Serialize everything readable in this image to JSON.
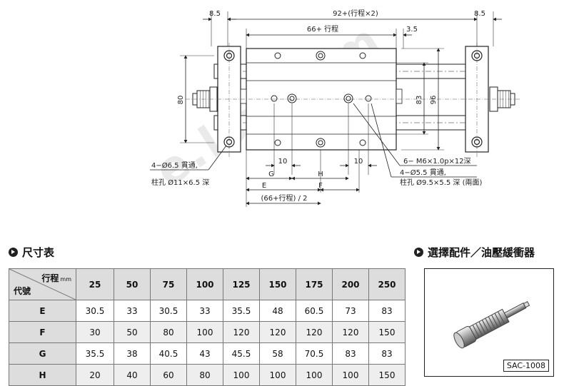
{
  "drawing": {
    "dims": {
      "left_end": "8.5",
      "overall": "92+(行程×2)",
      "right_end": "8.5",
      "body": "66+ 行程",
      "offset": "3.5",
      "height_80": "80",
      "height_83": "83",
      "height_96": "96",
      "hole_pitch_left": "10",
      "hole_pitch_right": "10",
      "g": "G",
      "h": "H",
      "e": "E",
      "f": "F",
      "half": "(66+行程) / 2"
    },
    "notes": {
      "left_hole_1": "4−Ø6.5 貫通,",
      "left_hole_2": "柱孔 Ø11×6.5 深",
      "thread": "6− M6×1.0p×12深",
      "right_hole_1": "4−Ø5.5 貫通,",
      "right_hole_2": "柱孔 Ø9.5×5.5 深 (兩面)"
    },
    "watermark": "e.lsy.com"
  },
  "size_table": {
    "heading": "尺寸表",
    "stroke_label": "行程",
    "unit": "mm",
    "code_label": "代號",
    "strokes": [
      "25",
      "50",
      "75",
      "100",
      "125",
      "150",
      "175",
      "200",
      "250"
    ],
    "rows": [
      {
        "code": "E",
        "values": [
          "30.5",
          "33",
          "30.5",
          "33",
          "35.5",
          "48",
          "60.5",
          "73",
          "83"
        ]
      },
      {
        "code": "F",
        "values": [
          "30",
          "50",
          "80",
          "100",
          "120",
          "120",
          "120",
          "120",
          "150"
        ]
      },
      {
        "code": "G",
        "values": [
          "35.5",
          "38",
          "40.5",
          "43",
          "45.5",
          "58",
          "70.5",
          "83",
          "83"
        ]
      },
      {
        "code": "H",
        "values": [
          "20",
          "40",
          "60",
          "80",
          "100",
          "100",
          "100",
          "100",
          "150"
        ]
      }
    ]
  },
  "accessory": {
    "heading": "選擇配件／油壓緩衝器",
    "model": "SAC-1008"
  }
}
